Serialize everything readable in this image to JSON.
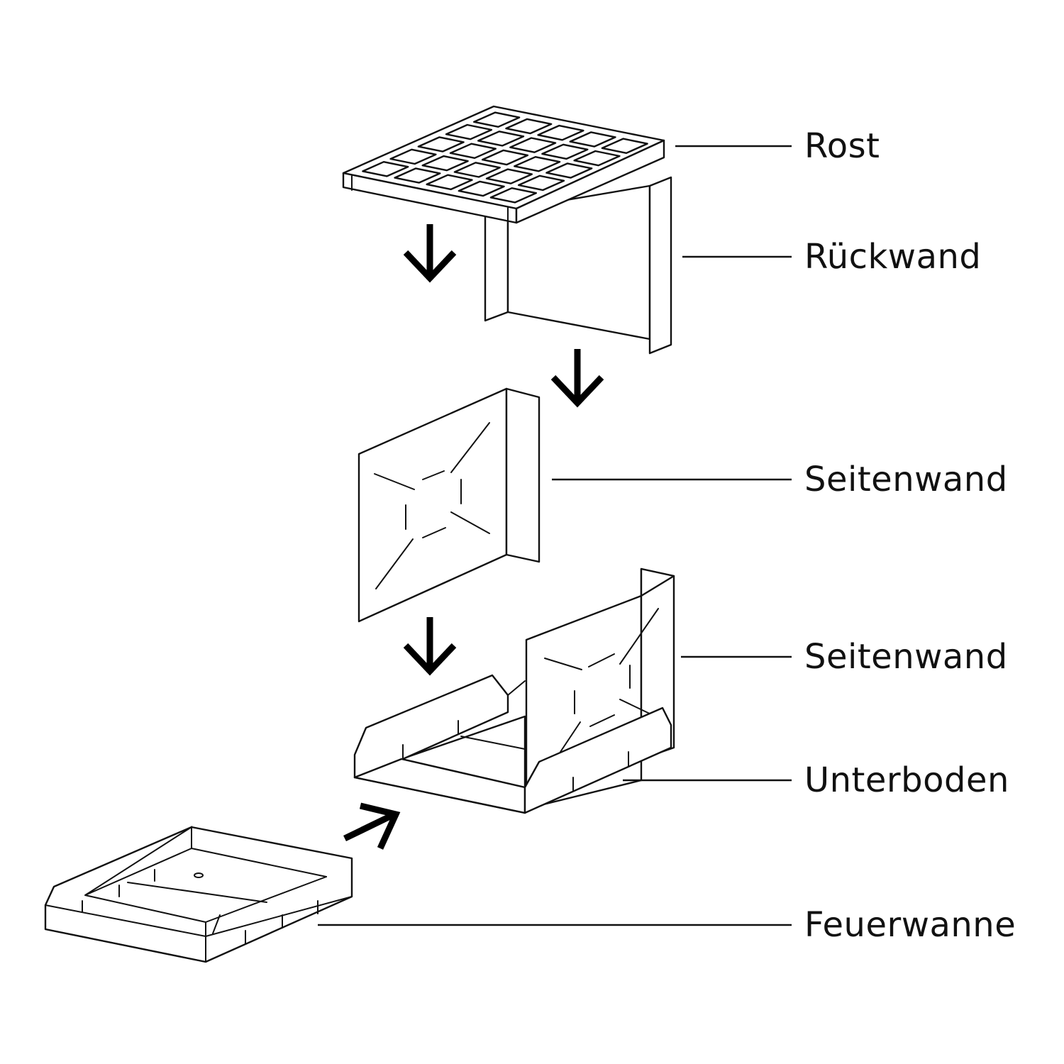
{
  "labels": {
    "rost": "Rost",
    "rueckwand": "Rückwand",
    "seitenwand_1": "Seitenwand",
    "seitenwand_2": "Seitenwand",
    "unterboden": "Unterboden",
    "feuerwanne": "Feuerwanne"
  }
}
